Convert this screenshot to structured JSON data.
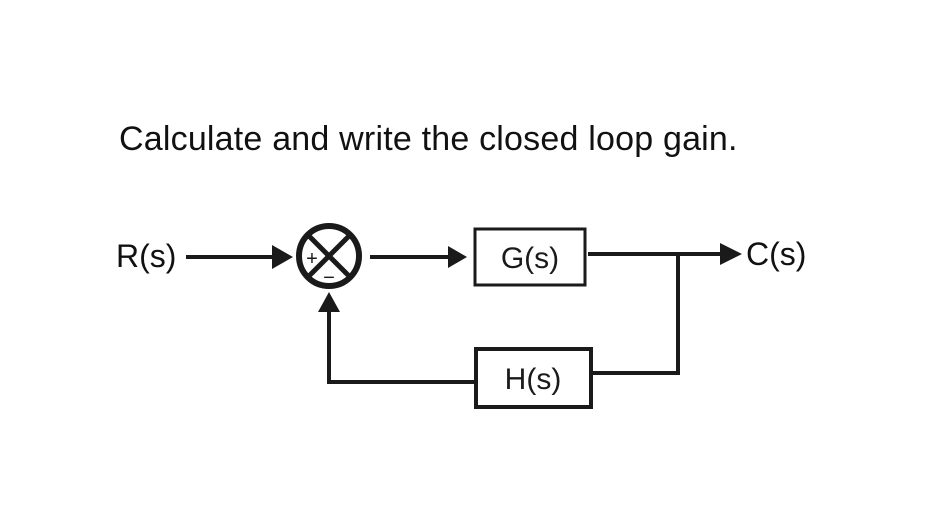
{
  "question": "Calculate and write the closed loop gain.",
  "diagram": {
    "input_label": "R(s)",
    "output_label": "C(s)",
    "forward_block": "G(s)",
    "feedback_block": "H(s)",
    "summing_junction": {
      "plus_sign": "+",
      "minus_sign": "−"
    }
  }
}
